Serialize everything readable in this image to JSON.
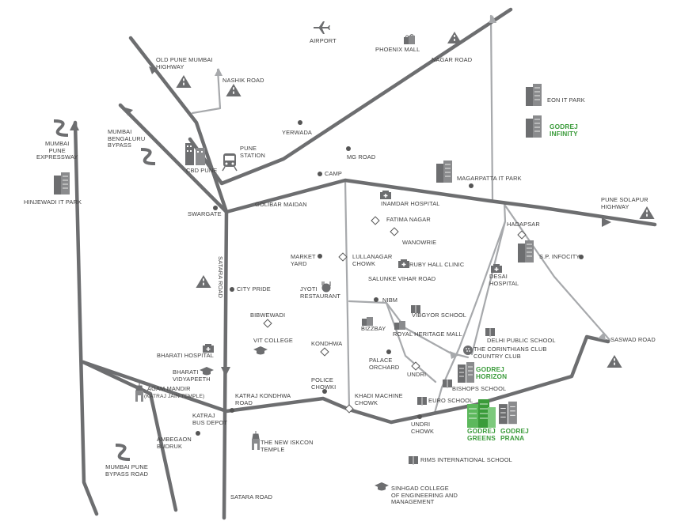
{
  "colors": {
    "road_main": "#6d6e70",
    "road_secondary": "#a7a9ac",
    "label": "#3c3c3c",
    "project_green": "#3a9b3a",
    "icon": "#6d6e70"
  },
  "labels": {
    "airport": "AIRPORT",
    "phoenix_mall": "PHOENIX MALL",
    "nagar_road": "NAGAR ROAD",
    "old_pune_mumbai_highway": "OLD PUNE MUMBAI\nHIGHWAY",
    "nashik_road": "NASHIK ROAD",
    "eon_it_park": "EON IT PARK",
    "godrej_infinity": "GODREJ\nINFINITY",
    "mumbai_bengaluru_bypass": "MUMBAI\nBENGALURU\nBYPASS",
    "yerwada": "YERWADA",
    "mumbai_pune_expressway": "MUMBAI\nPUNE\nEXPRESSWAY",
    "cbd_pune": "CBD PUNE",
    "pune_station": "PUNE\nSTATION",
    "mg_road": "MG ROAD",
    "camp": "CAMP",
    "magarpatta_it_park": "MAGARPATTA IT PARK",
    "hinjewadi_it_park": "HINJEWADI IT PARK",
    "inamdar_hospital": "INAMDAR HOSPITAL",
    "golibar_maidan": "GOLIBAR MAIDAN",
    "swargate": "SWARGATE",
    "pune_solapur_highway": "PUNE SOLAPUR\nHIGHWAY",
    "fatima_nagar": "FATIMA NAGAR",
    "wanowrie": "WANOWRIE",
    "hadapsar": "HADAPSAR",
    "market_yard": "MARKET\nYARD",
    "lullanagar_chowk": "LULLANAGAR\nCHOWK",
    "ruby_hall_clinic": "RUBY HALL CLINIC",
    "sp_infocity": "S.P. INFOCITY",
    "salunke_vihar_road": "SALUNKE VIHAR ROAD",
    "desai_hospital": "DESAI\nHOSPITAL",
    "satara_road_vertical": "SATARA ROAD",
    "city_pride": "CITY PRIDE",
    "jyoti_restaurant": "JYOTI\nRESTAURANT",
    "nibm": "NIBM",
    "vibgyor_school": "VIBGYOR SCHOOL",
    "bibwewadi": "BIBWEWADI",
    "bizzbay": "BIZZBAY",
    "royal_heritage_mall": "ROYAL HERITAGE MALL",
    "delhi_public_school": "DELHI PUBLIC SCHOOL",
    "saswad_road": "SASWAD ROAD",
    "vit_college": "VIT COLLEGE",
    "kondhwa": "KONDHWA",
    "corinthians_club": "THE CORINTHIANS CLUB\nCOUNTRY CLUB",
    "bharati_hospital": "BHARATI  HOSPITAL",
    "palace_orchard": "PALACE\nORCHARD",
    "undri": "UNDRI",
    "godrej_horizon": "GODREJ\nHORIZON",
    "bharati_vidyapeeth": "BHARATI\nVIDYAPEETH",
    "bishops_school": "BISHOPS SCHOOL",
    "police_chowki": "POLICE\nCHOWKI",
    "agam_mandir": "AGAM MANDIR",
    "katraj_jain_temple": "(KATRAJ JAIN TEMPLE)",
    "katraj_kondhwa_road": "KATRAJ KONDHWA\nROAD",
    "khadi_machine_chowk": "KHADI MACHINE\nCHOWK",
    "euro_school": "EURO SCHOOL",
    "katraj_bus_depot": "KATRAJ\nBUS DEPOT",
    "undri_chowk": "UNDRI\nCHOWK",
    "godrej_greens": "GODREJ\nGREENS",
    "godrej_prana": "GODREJ\nPRANA",
    "ambegaon_budruk": "AMBEGAON\nBUDRUK",
    "new_iskcon_temple": "THE NEW ISKCON\nTEMPLE",
    "mumbai_pune_bypass_road": "MUMBAI PUNE\nBYPASS ROAD",
    "rims_international_school": "RIMS INTERNATIONAL SCHOOL",
    "sinhgad_college": "SINHGAD COLLEGE\nOF ENGINEERING AND\nMANAGEMENT",
    "satara_road_bottom": "SATARA ROAD"
  }
}
